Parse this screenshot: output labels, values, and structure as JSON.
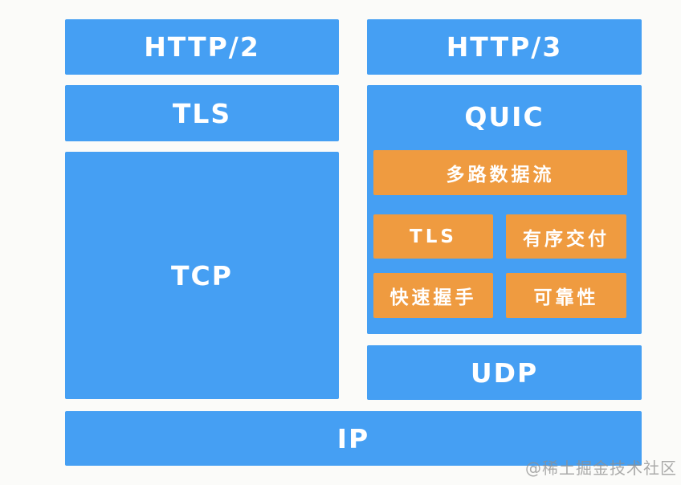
{
  "colors": {
    "blue": "#459ff3",
    "orange": "#ef9b40",
    "background": "#fbfbf9",
    "box_text": "#ffffff",
    "watermark_text": "#8f8f8f"
  },
  "left_stack": {
    "http2": "HTTP/2",
    "tls": "TLS",
    "tcp": "TCP"
  },
  "right_stack": {
    "http3": "HTTP/3",
    "quic": "QUIC",
    "quic_features": {
      "multiplex_streams": "多路数据流",
      "tls": "TLS",
      "ordered_delivery": "有序交付",
      "fast_handshake": "快速握手",
      "reliability": "可靠性"
    },
    "udp": "UDP"
  },
  "shared": {
    "ip": "IP"
  },
  "watermark": "@稀土掘金技术社区"
}
